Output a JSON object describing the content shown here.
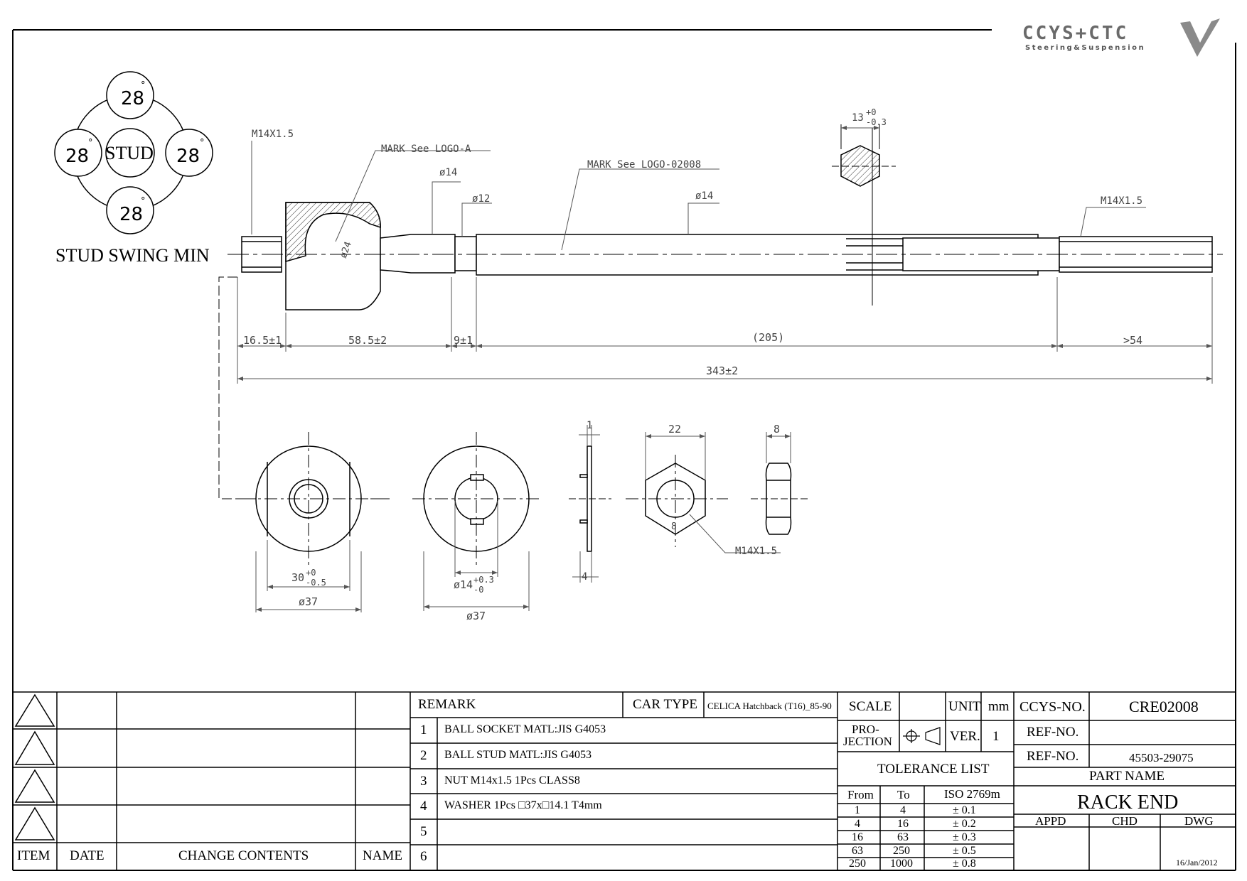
{
  "logo": {
    "brand": "CCYS+CTC",
    "tagline": "Steering&Suspension"
  },
  "stud_swing": {
    "top": "28",
    "left": "28",
    "right": "28",
    "bottom": "28",
    "center": "STUD",
    "caption": "STUD SWING MIN",
    "degree": "°"
  },
  "callouts": {
    "thread_left": "M14X1.5",
    "mark_logo_a": "MARK See LOGO-A",
    "dia14_a": "ø14",
    "dia12": "ø12",
    "mark_logo_02008": "MARK See LOGO-02008",
    "dia14_b": "ø14",
    "thread_right": "M14X1.5",
    "hex_top": "13",
    "hex_tol_up": "+0",
    "hex_tol_dn": "-0.3",
    "ball_dia": "ø24",
    "nut_thread": "M14X1.5"
  },
  "dimensions": {
    "d1": "16.5±1",
    "d2": "58.5±2",
    "d3": "9±1",
    "d4": "(205)",
    "d5": ">54",
    "overall": "343±2",
    "washer1_inner": "30",
    "washer1_inner_up": "+0",
    "washer1_inner_dn": "-0.5",
    "washer1_outer": "ø37",
    "washer2_inner": "ø14",
    "washer2_inner_up": "+0.3",
    "washer2_inner_dn": "-0",
    "washer2_outer": "ø37",
    "washer_thk_top": "1",
    "washer_thk_bot": "4",
    "nut_width": "22",
    "nut_thk": "8",
    "nut_mark": "8"
  },
  "title_block": {
    "revision": {
      "item": "ITEM",
      "date": "DATE",
      "change": "CHANGE CONTENTS",
      "name": "NAME"
    },
    "remark": {
      "header": "REMARK",
      "car_type_label": "CAR TYPE",
      "car_type_value": "CELICA Hatchback (T16)_85-90",
      "rows": [
        {
          "no": "1",
          "text": "BALL SOCKET MATL:JIS G4053"
        },
        {
          "no": "2",
          "text": "BALL STUD MATL:JIS G4053"
        },
        {
          "no": "3",
          "text": "NUT M14x1.5 1Pcs CLASS8"
        },
        {
          "no": "4",
          "text": "WASHER 1Pcs □37x□14.1 T4mm"
        },
        {
          "no": "5",
          "text": ""
        },
        {
          "no": "6",
          "text": ""
        }
      ]
    },
    "scale_label": "SCALE",
    "unit_label": "UNIT",
    "unit_value": "mm",
    "projection_label_1": "PRO-",
    "projection_label_2": "JECTION",
    "ver_label": "VER.",
    "ver_value": "1",
    "tolerance": {
      "title": "TOLERANCE LIST",
      "h_from": "From",
      "h_to": "To",
      "h_std": "ISO 2769m",
      "rows": [
        {
          "from": "1",
          "to": "4",
          "tol": "± 0.1"
        },
        {
          "from": "4",
          "to": "16",
          "tol": "± 0.2"
        },
        {
          "from": "16",
          "to": "63",
          "tol": "± 0.3"
        },
        {
          "from": "63",
          "to": "250",
          "tol": "± 0.5"
        },
        {
          "from": "250",
          "to": "1000",
          "tol": "± 0.8"
        }
      ]
    },
    "ccys_no_label": "CCYS-NO.",
    "ccys_no_value": "CRE02008",
    "ref_no_label_1": "REF-NO.",
    "ref_no_value_1": "",
    "ref_no_label_2": "REF-NO.",
    "ref_no_value_2": "45503-29075",
    "part_name_label": "PART NAME",
    "part_name_value": "RACK END",
    "appd": "APPD",
    "chd": "CHD",
    "dwg": "DWG",
    "date_value": "16/Jan/2012"
  }
}
